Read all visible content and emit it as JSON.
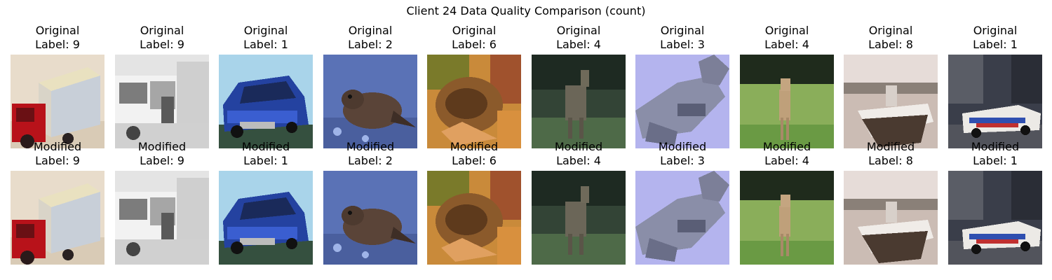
{
  "title": "Client 24 Data Quality Comparison (count)",
  "rows": [
    {
      "row_label": "Original",
      "items": [
        {
          "caption": "Label: 9",
          "scene": "truck-color"
        },
        {
          "caption": "Label: 9",
          "scene": "truck-gray"
        },
        {
          "caption": "Label: 1",
          "scene": "car-blue"
        },
        {
          "caption": "Label: 2",
          "scene": "bird"
        },
        {
          "caption": "Label: 6",
          "scene": "frog"
        },
        {
          "caption": "Label: 4",
          "scene": "deer-dark"
        },
        {
          "caption": "Label: 3",
          "scene": "cat"
        },
        {
          "caption": "Label: 4",
          "scene": "deer-field"
        },
        {
          "caption": "Label: 8",
          "scene": "boat"
        },
        {
          "caption": "Label: 1",
          "scene": "police-car"
        }
      ]
    },
    {
      "row_label": "Modified",
      "items": [
        {
          "caption": "Label: 9",
          "scene": "truck-color"
        },
        {
          "caption": "Label: 9",
          "scene": "truck-gray"
        },
        {
          "caption": "Label: 1",
          "scene": "car-blue"
        },
        {
          "caption": "Label: 2",
          "scene": "bird"
        },
        {
          "caption": "Label: 6",
          "scene": "frog"
        },
        {
          "caption": "Label: 4",
          "scene": "deer-dark"
        },
        {
          "caption": "Label: 3",
          "scene": "cat"
        },
        {
          "caption": "Label: 4",
          "scene": "deer-field"
        },
        {
          "caption": "Label: 8",
          "scene": "boat"
        },
        {
          "caption": "Label: 1",
          "scene": "police-car"
        }
      ]
    }
  ]
}
